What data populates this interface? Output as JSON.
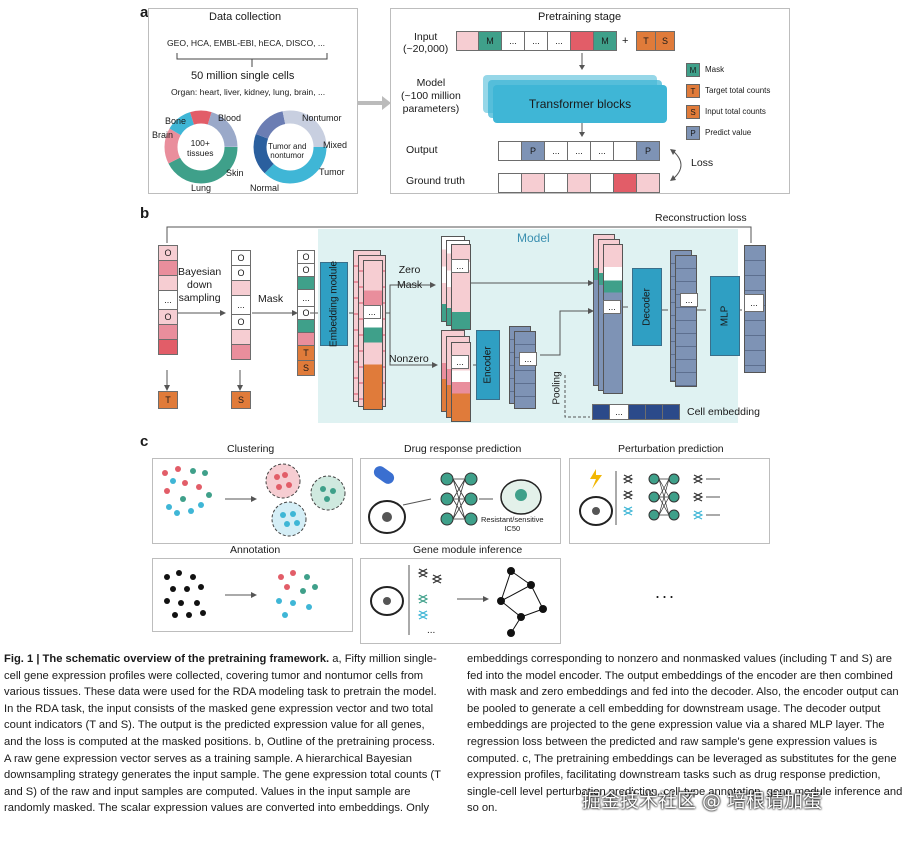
{
  "panel_a": {
    "letter": "a",
    "data_collection_title": "Data collection",
    "sources": "GEO, HCA, EMBL-EBI, hECA, DISCO, ...",
    "cells_count": "50 million single cells",
    "organs": "Organ: heart, liver, kidney, lung, brain, ...",
    "donut1_center": "100+\ntissues",
    "donut1_labels": [
      "Bone",
      "Blood",
      "Brain",
      "Skin",
      "Lung"
    ],
    "donut2_center": "Tumor and\nnontumor",
    "donut2_labels": [
      "Nontumor",
      "Mixed",
      "Tumor",
      "Normal"
    ],
    "pretraining_title": "Pretraining stage",
    "input_label": "Input\n(~20,000)",
    "model_label": "Model\n(~100 million\nparameters)",
    "transformer_label": "Transformer blocks",
    "output_label": "Output",
    "ground_truth_label": "Ground truth",
    "loss_label": "Loss",
    "legend": [
      {
        "key": "M",
        "text": "Mask"
      },
      {
        "key": "T",
        "text": "Target total counts"
      },
      {
        "key": "S",
        "text": "Input total counts"
      },
      {
        "key": "P",
        "text": "Predict value"
      }
    ],
    "plus": "+"
  },
  "panel_b": {
    "letter": "b",
    "reconstruction_loss": "Reconstruction loss",
    "model_label": "Model",
    "bayesian": "Bayesian\ndown\nsampling",
    "mask_label": "Mask",
    "embedding_module": "Embedding module",
    "zero_mask": "Zero\nMask",
    "nonzero": "Nonzero",
    "encoder": "Encoder",
    "decoder": "Decoder",
    "mlp": "MLP",
    "pooling": "Pooling",
    "cell_embedding": "Cell embedding",
    "t_label": "T",
    "s_label": "S",
    "o": "O",
    "dots": "..."
  },
  "panel_c": {
    "letter": "c",
    "clustering": "Clustering",
    "drug": "Drug response prediction",
    "drug_sub": "Resistant/sensitive\nIC50",
    "perturbation": "Perturbation prediction",
    "annotation": "Annotation",
    "gene_module": "Gene module inference",
    "ellipsis": "...",
    "gm_dots": "..."
  },
  "caption": {
    "fig_label": "Fig. 1 | The schematic overview of the pretraining framework.",
    "left_text": " a, Fifty million single-cell gene expression profiles were collected, covering tumor and nontumor cells from various tissues. These data were used for the RDA modeling task to pretrain the model. In the RDA task, the input consists of the masked gene expression vector and two total count indicators (T and S). The output is the predicted expression value for all genes, and the loss is computed at the masked positions. b, Outline of the pretraining process. A raw gene expression vector serves as a training sample. A hierarchical Bayesian downsampling strategy generates the input sample. The gene expression total counts (T and S) of the raw and input samples are computed. Values in the input sample are randomly masked. The scalar expression values are converted into embeddings. Only",
    "right_text": "embeddings corresponding to nonzero and nonmasked values (including T and S) are fed into the model encoder. The output embeddings of the encoder are then combined with mask and zero embeddings and fed into the decoder. Also, the encoder output can be pooled to generate a cell embedding for downstream usage. The decoder output embeddings are projected to the gene expression value via a shared MLP layer. The regression loss between the predicted and raw sample's gene expression values is computed. c, The pretraining embeddings can be leveraged as substitutes for the gene expression profiles, facilitating downstream tasks such as drug response prediction, single-cell level perturbation prediction, cell-type annotation, gene module inference and so on.",
    "watermark": "掘金技术社区 @ 培根请加蛋"
  },
  "colors": {
    "teal": "#3fa08a",
    "pink": "#e98e9c",
    "light_pink": "#f6cdd2",
    "red": "#e25d68",
    "orange": "#e07b3a",
    "blue_cell": "#7e93b5",
    "model_bg": "#dff2f2",
    "transformer": "#3fb6d6",
    "module_blue": "#2f9fc3"
  }
}
